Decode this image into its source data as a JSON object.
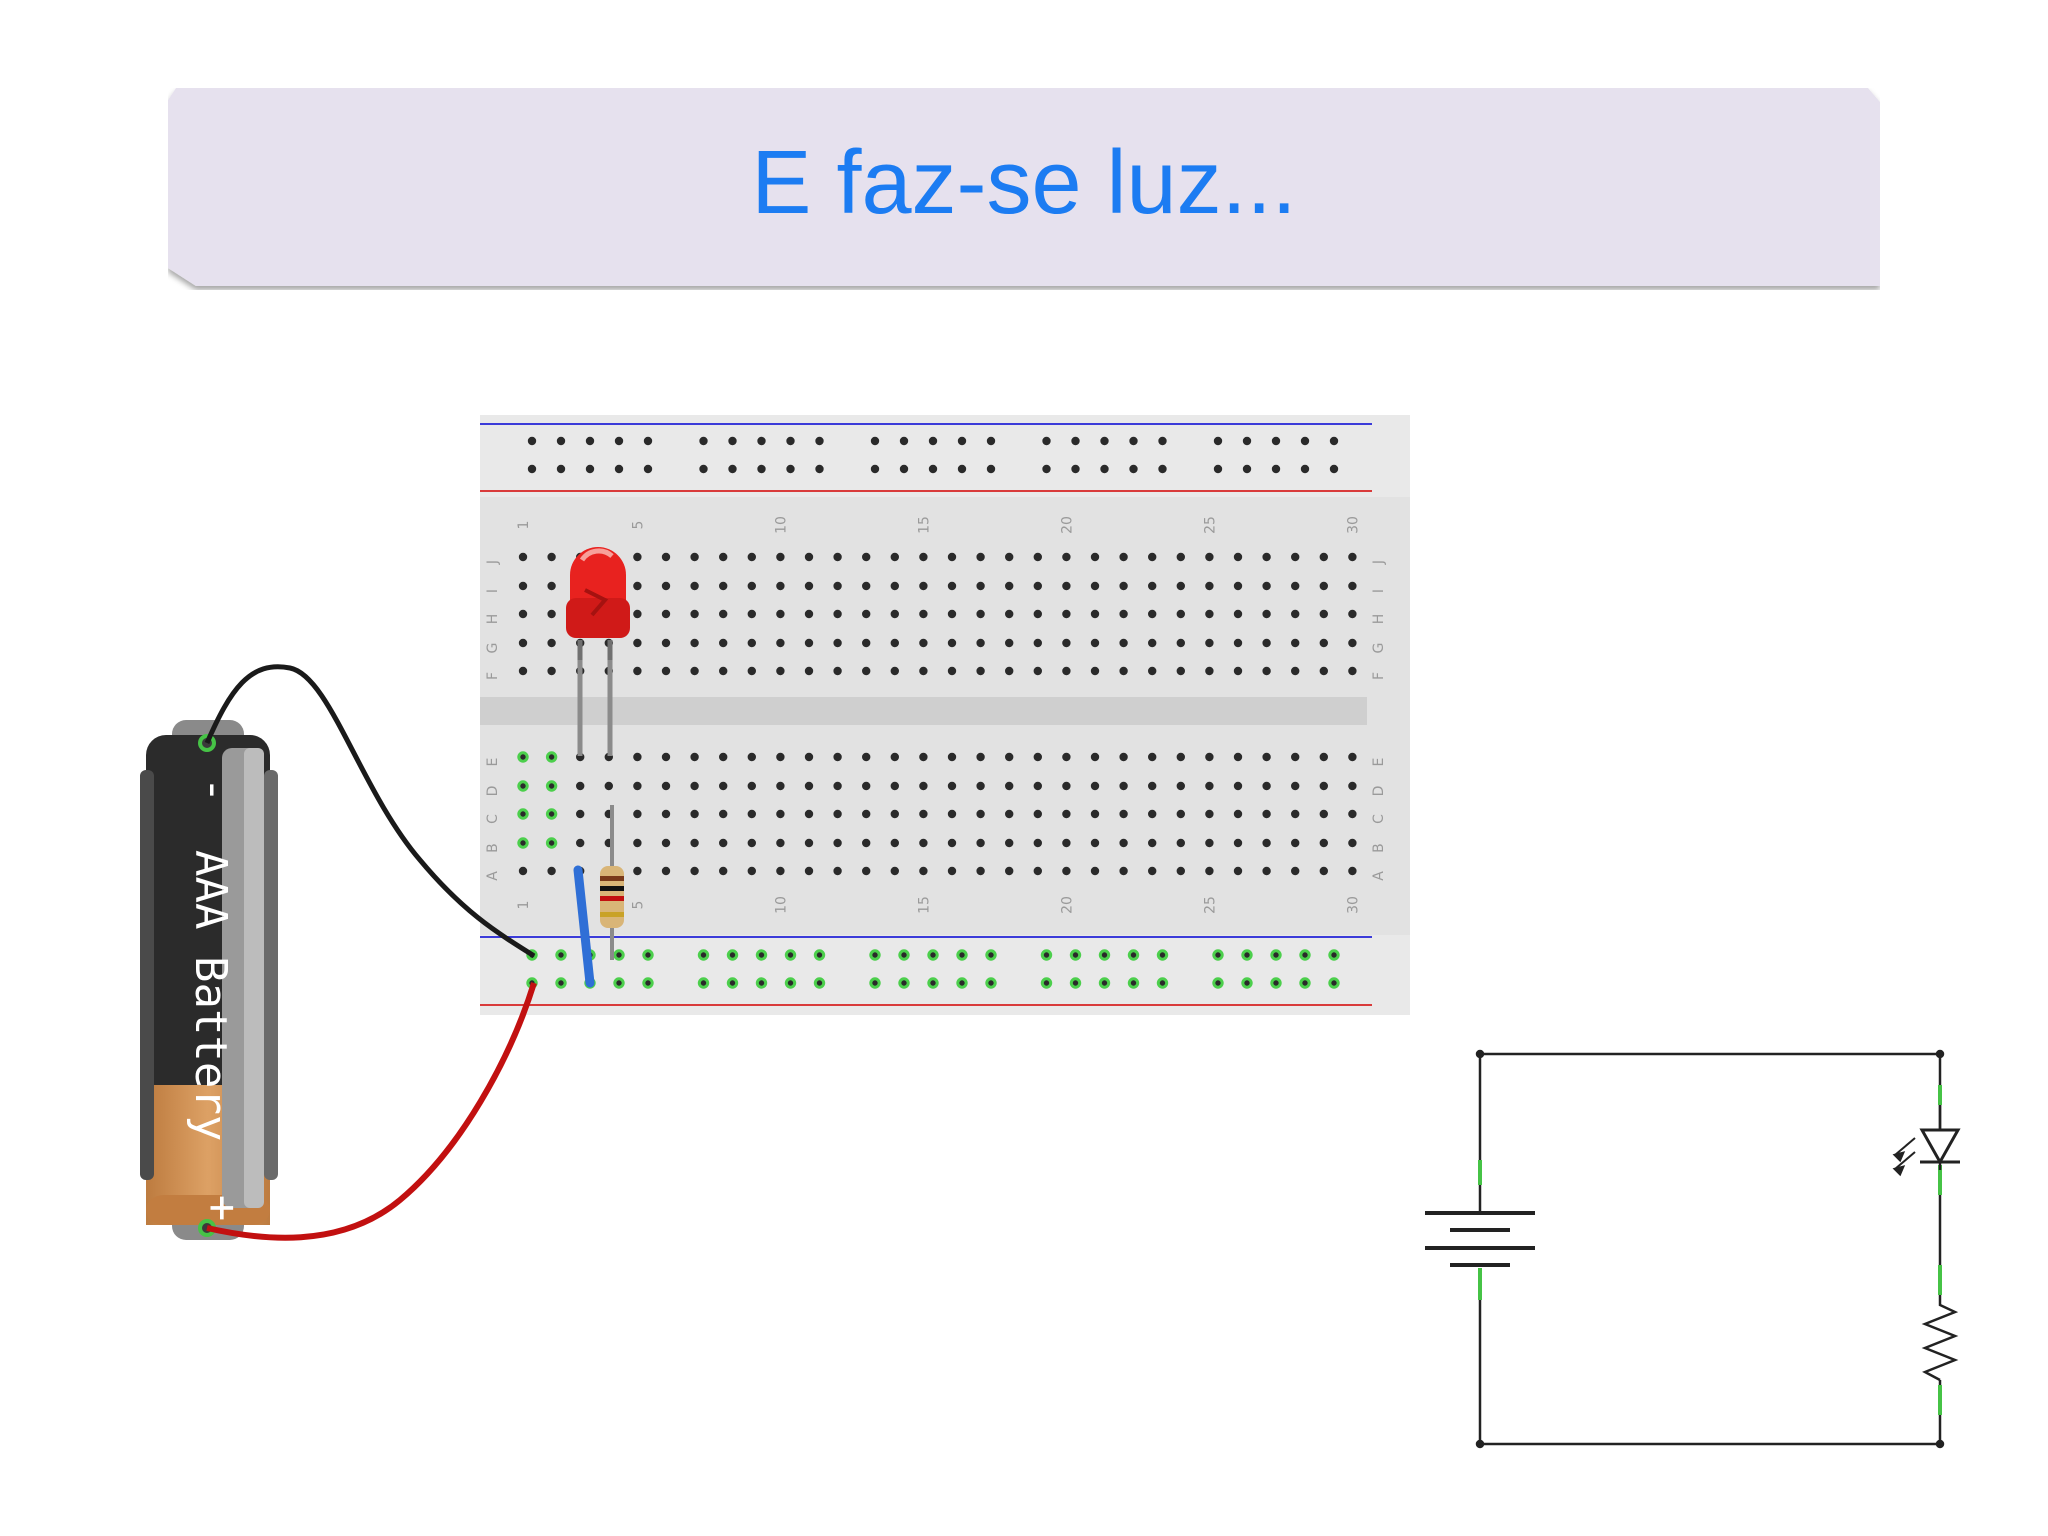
{
  "slide": {
    "title": "E faz-se luz..."
  },
  "breadboard": {
    "column_labels": [
      "1",
      "5",
      "10",
      "15",
      "20",
      "25",
      "30"
    ],
    "row_labels_top": [
      "J",
      "I",
      "H",
      "G",
      "F"
    ],
    "row_labels_bottom": [
      "E",
      "D",
      "C",
      "B",
      "A"
    ],
    "top_rail_color": "#3b3bd9",
    "bottom_rail_color": "#d93b3b"
  },
  "battery": {
    "label": "AAA Battery",
    "negative_symbol": "-",
    "positive_symbol": "+"
  },
  "components": {
    "led_color": "#e8221f",
    "wire_negative_color": "#1a1a1a",
    "wire_positive_color": "#c21010",
    "jumper_color": "#2f6fd6"
  },
  "schematic": {
    "elements": [
      "battery-symbol",
      "led-symbol",
      "resistor-symbol"
    ]
  }
}
